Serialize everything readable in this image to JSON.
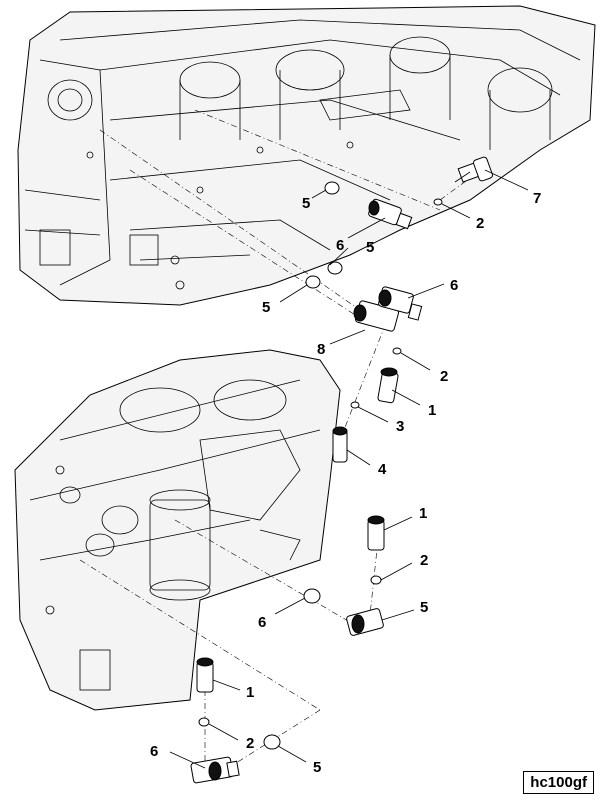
{
  "diagram": {
    "reference_code": "hc100gf",
    "callouts": [
      {
        "label": "5"
      },
      {
        "label": "7"
      },
      {
        "label": "2"
      },
      {
        "label": "6"
      },
      {
        "label": "5"
      },
      {
        "label": "6"
      },
      {
        "label": "5"
      },
      {
        "label": "8"
      },
      {
        "label": "2"
      },
      {
        "label": "1"
      },
      {
        "label": "3"
      },
      {
        "label": "4"
      },
      {
        "label": "1"
      },
      {
        "label": "2"
      },
      {
        "label": "6"
      },
      {
        "label": "5"
      },
      {
        "label": "1"
      },
      {
        "label": "2"
      },
      {
        "label": "6"
      },
      {
        "label": "5"
      }
    ]
  }
}
